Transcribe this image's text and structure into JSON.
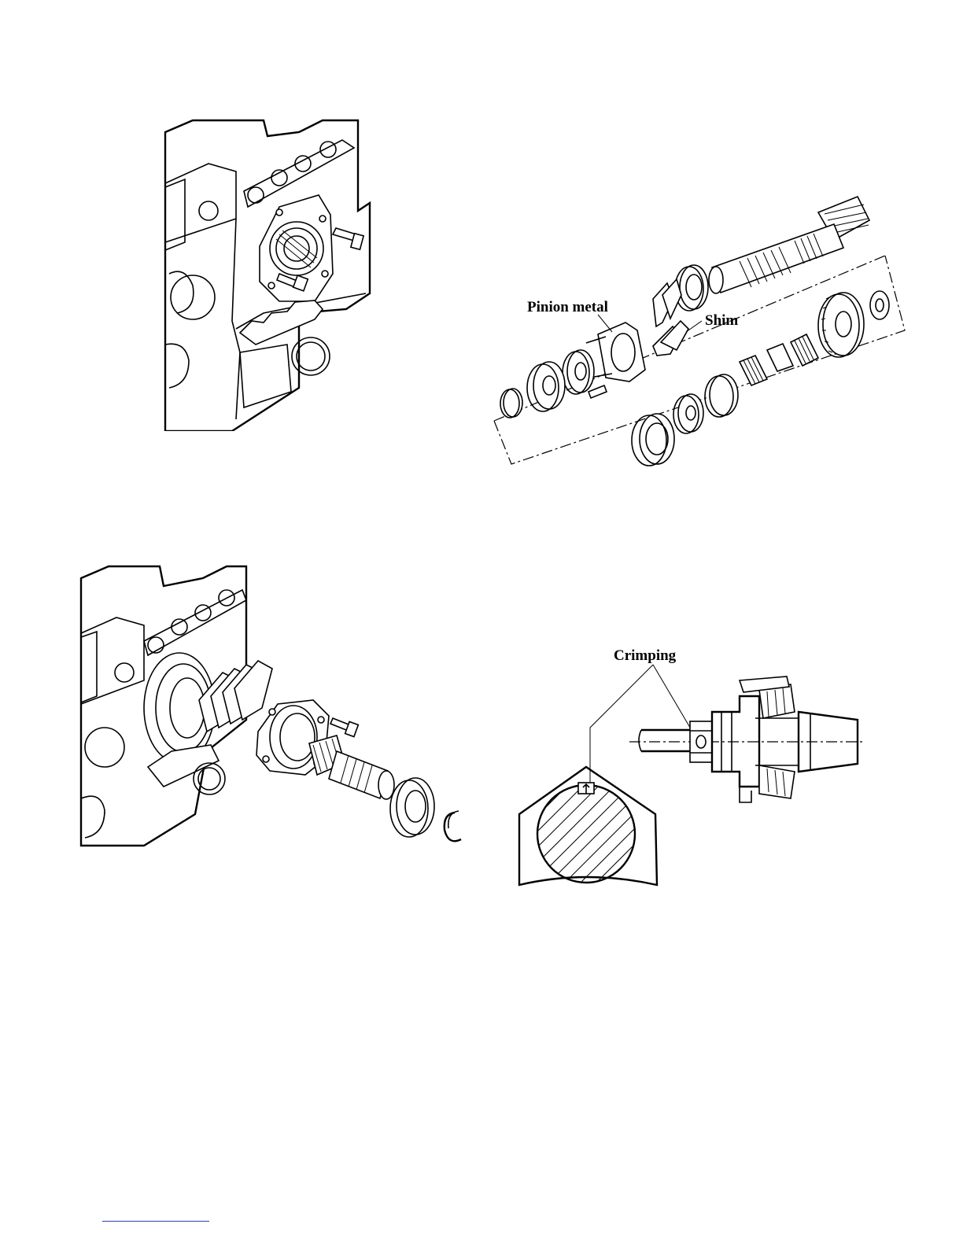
{
  "figures": {
    "exploded_shaft": {
      "labels": {
        "pinion_metal": "Pinion metal",
        "shim": "Shim"
      }
    },
    "crimping_detail": {
      "labels": {
        "crimping": "Crimping"
      }
    }
  },
  "colors": {
    "line": "#000000",
    "background": "#ffffff",
    "footer_link": "#2b3fa8"
  }
}
